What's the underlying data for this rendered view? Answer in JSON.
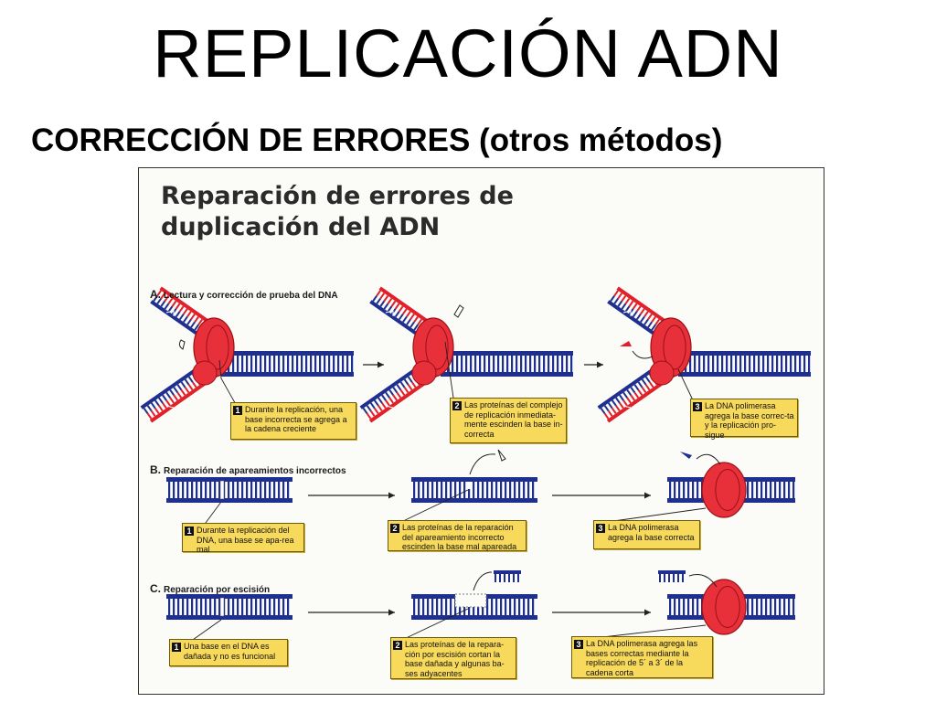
{
  "slide": {
    "title": "REPLICACIÓN ADN",
    "subtitle": "CORRECCIÓN DE ERRORES (otros métodos)"
  },
  "figure": {
    "title_line1": "Reparación de errores de",
    "title_line2": "duplicación del ADN",
    "colors": {
      "strand_blue": "#1f2f8f",
      "strand_red": "#e0202a",
      "enzyme_red": "#e8303a",
      "callout_yellow": "#f7d95c"
    },
    "sections": [
      {
        "letter": "A.",
        "label": "Lectura y corrección de prueba del DNA",
        "steps": [
          {
            "num": "1",
            "text": "Durante la replicación, una base incorrecta se agrega a la cadena creciente"
          },
          {
            "num": "2",
            "text": "Las proteínas del complejo de replicación inmediata-mente escinden la base in-correcta"
          },
          {
            "num": "3",
            "text": "La DNA polimerasa agrega la base correc-ta y la replicación pro-sigue"
          }
        ]
      },
      {
        "letter": "B.",
        "label": "Reparación de apareamientos incorrectos",
        "steps": [
          {
            "num": "1",
            "text": "Durante la replicación del DNA, una base se apa-rea mal"
          },
          {
            "num": "2",
            "text": "Las proteínas de la reparación del apareamiento incorrecto escinden la base mal apareada"
          },
          {
            "num": "3",
            "text": "La DNA polimerasa agrega la base correcta"
          }
        ]
      },
      {
        "letter": "C.",
        "label": "Reparación por escisión",
        "steps": [
          {
            "num": "1",
            "text": "Una base en el DNA es dañada y no es funcional"
          },
          {
            "num": "2",
            "text": "Las proteínas de la repara-ción por escisión cortan la base dañada y algunas ba-ses adyacentes"
          },
          {
            "num": "3",
            "text": "La DNA polimerasa agrega las bases correctas mediante la replicación de 5´ a 3´ de la cadena corta"
          }
        ]
      }
    ]
  }
}
